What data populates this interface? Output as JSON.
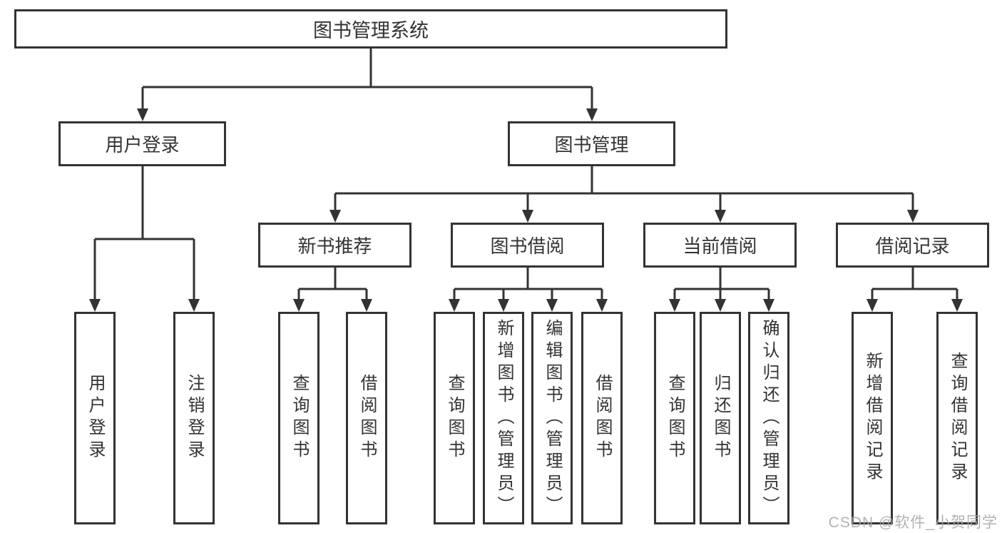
{
  "diagram": {
    "root": {
      "label": "图书管理系统"
    },
    "level2": [
      {
        "label": "用户登录"
      },
      {
        "label": "图书管理"
      }
    ],
    "user_login_children": [
      {
        "label": "用户登录"
      },
      {
        "label": "注销登录"
      }
    ],
    "modules": [
      {
        "label": "新书推荐",
        "children": [
          {
            "label": "查询图书"
          },
          {
            "label": "借阅图书"
          }
        ]
      },
      {
        "label": "图书借阅",
        "children": [
          {
            "label": "查询图书"
          },
          {
            "label": "新增图书（管理员）"
          },
          {
            "label": "编辑图书（管理员）"
          },
          {
            "label": "借阅图书"
          }
        ]
      },
      {
        "label": "当前借阅",
        "children": [
          {
            "label": "查询图书"
          },
          {
            "label": "归还图书"
          },
          {
            "label": "确认归还（管理员）"
          }
        ]
      },
      {
        "label": "借阅记录",
        "children": [
          {
            "label": "新增借阅记录"
          },
          {
            "label": "查询借阅记录"
          }
        ]
      }
    ],
    "watermark": "CSDN @软件_小贺同学"
  },
  "colors": {
    "line": "#333333",
    "text": "#333333",
    "background": "#ffffff",
    "watermark": "#a4a4a4"
  }
}
